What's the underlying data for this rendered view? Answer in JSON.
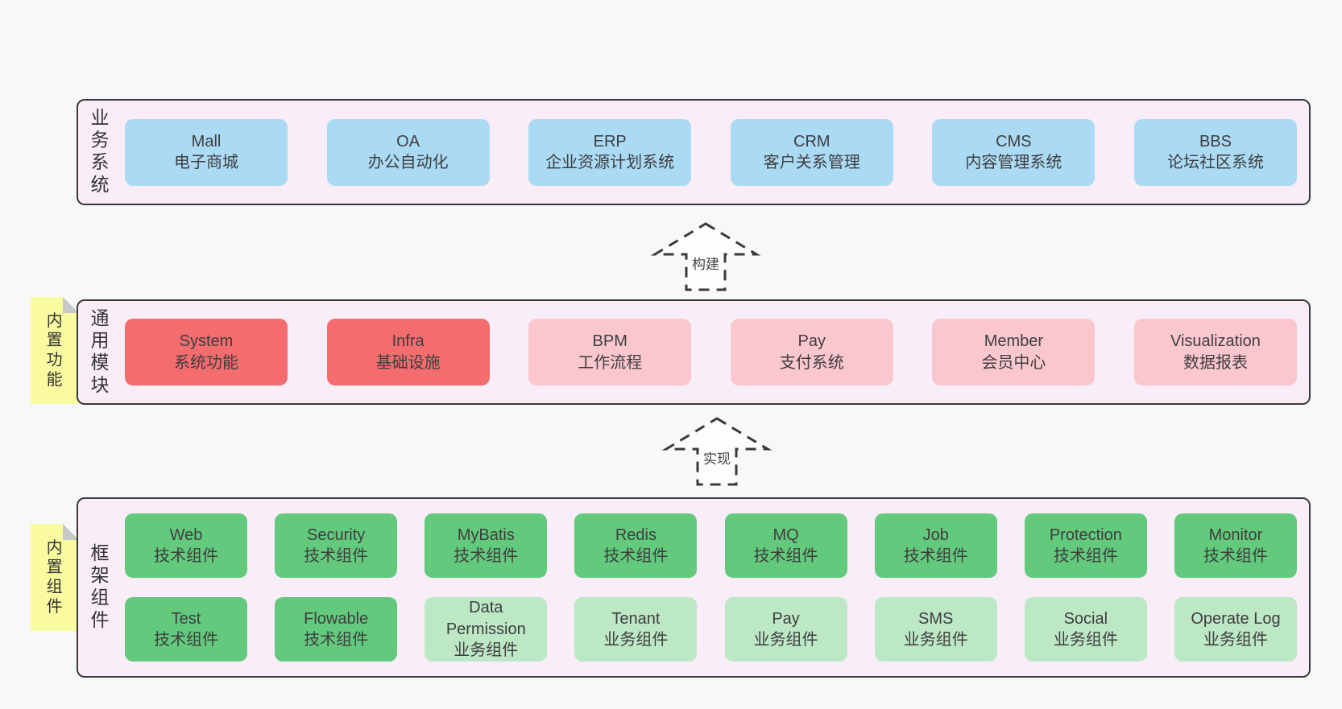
{
  "colors": {
    "page_bg": "#f8f8f8",
    "band_bg": "#f9eef7",
    "band_border": "#3a3a3a",
    "blue": "#abdaf4",
    "red": "#f36c6e",
    "pink": "#fbc7cf",
    "green_dark": "#62c97d",
    "green_light": "#bde8c6",
    "note_bg": "#fafaa0",
    "note_fold": "#c8c8c8",
    "text": "#3e3e3e"
  },
  "arrows": [
    {
      "label": "构建"
    },
    {
      "label": "实现"
    }
  ],
  "notes": [
    {
      "text": "内置功能"
    },
    {
      "text": "内置组件"
    }
  ],
  "bands": [
    {
      "label": "业务系统",
      "rows": [
        [
          {
            "title": "Mall",
            "subtitle": "电子商城",
            "type": "blue"
          },
          {
            "title": "OA",
            "subtitle": "办公自动化",
            "type": "blue"
          },
          {
            "title": "ERP",
            "subtitle": "企业资源计划系统",
            "type": "blue"
          },
          {
            "title": "CRM",
            "subtitle": "客户关系管理",
            "type": "blue"
          },
          {
            "title": "CMS",
            "subtitle": "内容管理系统",
            "type": "blue"
          },
          {
            "title": "BBS",
            "subtitle": "论坛社区系统",
            "type": "blue"
          }
        ]
      ]
    },
    {
      "label": "通用模块",
      "rows": [
        [
          {
            "title": "System",
            "subtitle": "系统功能",
            "type": "red"
          },
          {
            "title": "Infra",
            "subtitle": "基础设施",
            "type": "red"
          },
          {
            "title": "BPM",
            "subtitle": "工作流程",
            "type": "pink"
          },
          {
            "title": "Pay",
            "subtitle": "支付系统",
            "type": "pink"
          },
          {
            "title": "Member",
            "subtitle": "会员中心",
            "type": "pink"
          },
          {
            "title": "Visualization",
            "subtitle": "数据报表",
            "type": "pink"
          }
        ]
      ]
    },
    {
      "label": "框架组件",
      "rows": [
        [
          {
            "title": "Web",
            "subtitle": "技术组件",
            "type": "green_dark"
          },
          {
            "title": "Security",
            "subtitle": "技术组件",
            "type": "green_dark"
          },
          {
            "title": "MyBatis",
            "subtitle": "技术组件",
            "type": "green_dark"
          },
          {
            "title": "Redis",
            "subtitle": "技术组件",
            "type": "green_dark"
          },
          {
            "title": "MQ",
            "subtitle": "技术组件",
            "type": "green_dark"
          },
          {
            "title": "Job",
            "subtitle": "技术组件",
            "type": "green_dark"
          },
          {
            "title": "Protection",
            "subtitle": "技术组件",
            "type": "green_dark"
          },
          {
            "title": "Monitor",
            "subtitle": "技术组件",
            "type": "green_dark"
          }
        ],
        [
          {
            "title": "Test",
            "subtitle": "技术组件",
            "type": "green_dark"
          },
          {
            "title": "Flowable",
            "subtitle": "技术组件",
            "type": "green_dark"
          },
          {
            "title": "Data Permission",
            "subtitle": "业务组件",
            "type": "green_light"
          },
          {
            "title": "Tenant",
            "subtitle": "业务组件",
            "type": "green_light"
          },
          {
            "title": "Pay",
            "subtitle": "业务组件",
            "type": "green_light"
          },
          {
            "title": "SMS",
            "subtitle": "业务组件",
            "type": "green_light"
          },
          {
            "title": "Social",
            "subtitle": "业务组件",
            "type": "green_light"
          },
          {
            "title": "Operate Log",
            "subtitle": "业务组件",
            "type": "green_light"
          }
        ]
      ]
    }
  ]
}
